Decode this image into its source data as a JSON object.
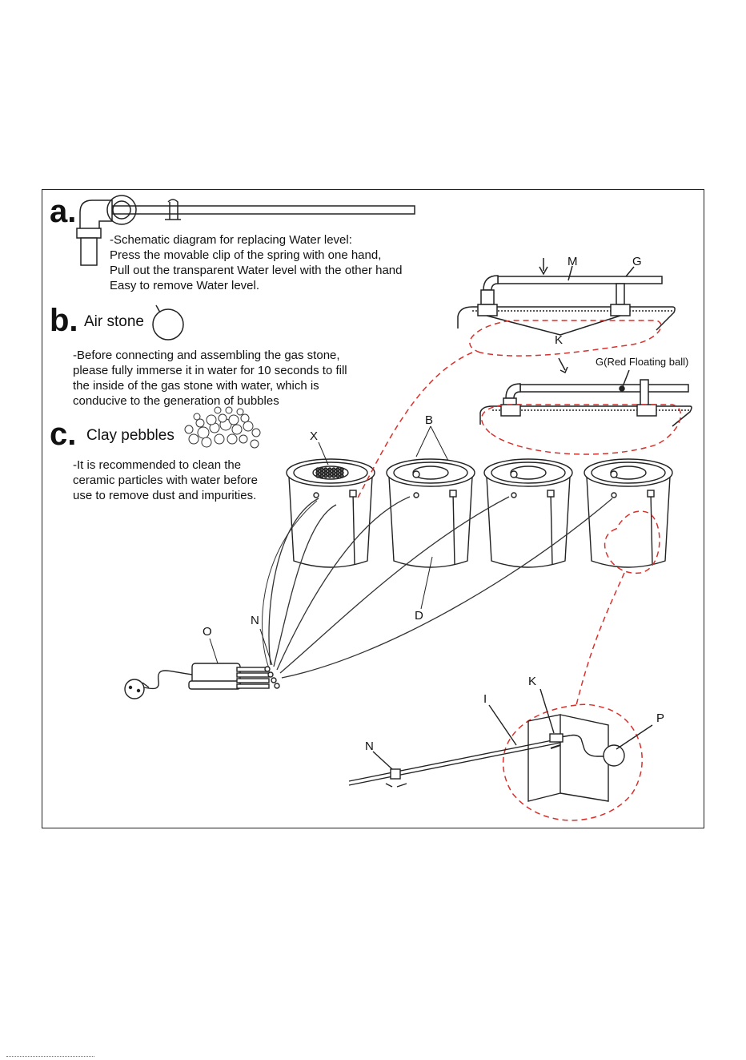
{
  "sections": {
    "a": {
      "letter": "a.",
      "lines": [
        "-Schematic diagram for replacing  Water level:",
        "Press the movable clip of the spring with one hand,",
        "Pull out the transparent Water level with the other hand",
        "Easy to remove Water level."
      ]
    },
    "b": {
      "letter": "b.",
      "title": "Air stone",
      "lines": [
        "-Before connecting and assembling the gas stone,",
        "please fully immerse it in water for 10 seconds to fill",
        "the inside of the gas stone with water, which is",
        "conducive to the generation of bubbles"
      ]
    },
    "c": {
      "letter": "c.",
      "title": "Clay pebbles",
      "lines": [
        "-It is recommended to clean the",
        "ceramic particles with water before",
        "use to remove dust and impurities."
      ]
    }
  },
  "labels": {
    "m": "M",
    "g": "G",
    "k_top": "K",
    "g_red": "G(Red Floating ball)",
    "x": "X",
    "b": "B",
    "d": "D",
    "o": "O",
    "n_main": "N",
    "n_detail": "N",
    "i": "I",
    "k_detail": "K",
    "p": "P"
  },
  "colors": {
    "line": "#222222",
    "dashed_callout": "#d9302c",
    "frame": "#222222"
  }
}
